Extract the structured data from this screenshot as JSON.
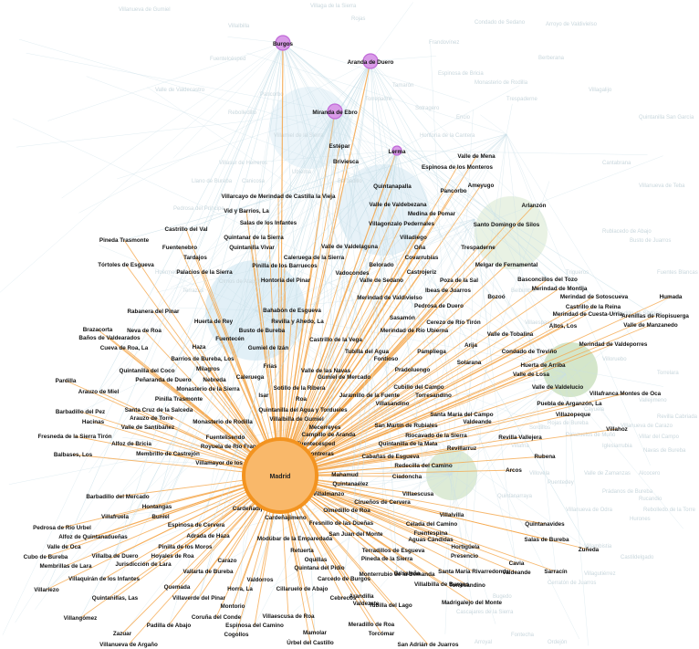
{
  "colors": {
    "background": "#ffffff",
    "madrid_edge": "#f5a64a",
    "hub_node": "#d99be8",
    "hub_ring": "#c06ad8",
    "madrid_node": "#f9b86a",
    "madrid_ring": "#f3931f",
    "faint_edge": "#c8dfe8",
    "green_cluster": "#cfe3c4",
    "blue_cluster": "#cfe6f2"
  },
  "hub": {
    "id": "madrid",
    "label": "Madrid"
  },
  "secondary_hubs": [
    {
      "id": "burgos",
      "label": "Burgos"
    },
    {
      "id": "aranda",
      "label": "Aranda de Duero"
    },
    {
      "id": "miranda",
      "label": "Miranda de Ebro"
    },
    {
      "id": "lerma",
      "label": "Lerma"
    }
  ],
  "nodes": [
    "Estépar",
    "Briviesca",
    "Valle de Mena",
    "Espinosa de los Monteros",
    "Quintanapalla",
    "Pancorbo",
    "Ameyugo",
    "Arlanzón",
    "Villarcayo de Merindad de Castilla la Vieja",
    "Vid y Barrios, La",
    "Salas de los Infantes",
    "Valle de Valdebezana",
    "Medina de Pomar",
    "Villagonzalo Pedernales",
    "Santo Domingo de Silos",
    "Castrillo del Val",
    "Pineda Trasmonte",
    "Quintanar de la Sierra",
    "Quintanilla Vivar",
    "Valle de Valdelaguna",
    "Villadiego",
    "Trespaderne",
    "Fuentenebro",
    "Tardajos",
    "Caleruega de la Sierra",
    "Oña",
    "Covarrubias",
    "Melgar de Fernamental",
    "Tórtoles de Esgueva",
    "Palacios de la Sierra",
    "Pinilla de los Barruecos",
    "Belorado",
    "Castrojeriz",
    "Basconcillos del Tozo",
    "Hontoria del Pinar",
    "Vadocondes",
    "Valle de Sedano",
    "Poza de la Sal",
    "Merindad de Montija",
    "Humada",
    "Ibeas de Juarros",
    "Bozoó",
    "Merindad de Sotoscueva",
    "Rabanera del Pinar",
    "Bahabón de Esgueva",
    "Merindad de Valdivielso",
    "Castrillo de la Reina",
    "Arenillas de Riopisuerga",
    "Huerta de Rey",
    "Revilla y Ahedo, La",
    "Sasamón",
    "Pedrosa de Duero",
    "Merindad de Cuesta-Urria",
    "Valle de Manzanedo",
    "Brazacorta",
    "Neva de Roa",
    "Busto de Bureba",
    "Cerezo de Río Tirón",
    "Altos, Los",
    "Baños de Valdearados",
    "Fuentecén",
    "Merindad de Río Ubierna",
    "Arija",
    "Valle de Tobalina",
    "Merindad de Valdeporres",
    "Cueva de Roa, La",
    "Haza",
    "Gumiel de Izán",
    "Castrillo de la Vega",
    "Tubilla del Agua",
    "Pampliega",
    "Condado de Treviño",
    "Barrios de Bureba, Los",
    "Frías",
    "Fontioso",
    "Solarana",
    "Huerta de Arriba",
    "Quintanilla del Coco",
    "Milagros",
    "Valle de las Navas",
    "Gumiel de Mercado",
    "Pradoluengo",
    "Valle de Losa",
    "Peñaranda de Duero",
    "Nebreda",
    "Caleruega",
    "Sotillo de la Ribera",
    "Valle de Valdelucio",
    "Pardilla",
    "Monasterio de la Sierra",
    "Cubillo del Campo",
    "Torresandino",
    "Arauzo de Miel",
    "Isar",
    "Jaramillo de la Fuente",
    "Villafranca Montes de Oca",
    "Barbadillo del Pez",
    "Pinilla Trasmonte",
    "Roa",
    "Villasandino",
    "Puebla de Arganzón, La",
    "Hacinas",
    "Santa Cruz de la Salceda",
    "Arauzo de Torre",
    "Quintanilla del Agua y Tordueles",
    "Santa María del Campo",
    "Villazopeque",
    "Valle de Santibáñez",
    "Villalbilla de Gumiel",
    "Valdeande",
    "Monasterio de Rodilla",
    "Mecerreyes",
    "San Martín de Rubiales",
    "Villahoz",
    "Fresneda de la Sierra Tirón",
    "Fuentelisendo",
    "Campillo de Aranda",
    "Riocavado de la Sierra",
    "Revilla Vallejera",
    "Alfoz de Bricia",
    "Fuentecésped",
    "Revillarruz",
    "Royuela de Río Franco",
    "Contreras",
    "Quintanilla de la Mata",
    "Balbases, Los",
    "Membrillo de Castrejón",
    "Cabañas de Esgueva",
    "Rubena",
    "Redecilla del Camino",
    "Villamayor de los Montes",
    "Arcos",
    "Ciadoncha",
    "Mahamud",
    "Quintanaélez",
    "Villalmanzo",
    "Villaescusa",
    "Barbadillo del Mercado",
    "Hontangas",
    "Cardeñadijo",
    "Olmedillo de Roa",
    "Cirueños de Cervera",
    "Villafruela",
    "Buniel",
    "Cardeñajimeno",
    "Villalvilla",
    "Pedrosa de Río Urbel",
    "Espinosa de Cervera",
    "Fresnillo de las Dueñas",
    "Celada del Camino",
    "Quintanavides",
    "Alfoz de Quintanadueñas",
    "Adrada de Haza",
    "Modúbar de la Emparedada",
    "Fuentespina",
    "Valle de Oca",
    "Pinilla de los Moros",
    "San Juan del Monte",
    "Aguas Cándidas",
    "Salas de Bureba",
    "Cubo de Bureba",
    "Villalba de Duero",
    "Hoyales de Roa",
    "Retuerta",
    "Terradillos de Esgueva",
    "Hortigüela",
    "Zuñeda",
    "Membrillas de Lara",
    "Jurisdicción de Lara",
    "Carazo",
    "Oquillas",
    "Pineda de la Sierra",
    "Presencio",
    "Vallarta de Bureba",
    "Quintana del Pidio",
    "Monterrubio de la Demanda",
    "Cavia",
    "Santa María Rivarredonda",
    "Villaquirán de los Infantes",
    "Valdorros",
    "Carcedo de Burgos",
    "Grisaleña",
    "Sarracín",
    "Valdeande",
    "Villariezo",
    "Quemada",
    "Horra, La",
    "Villalbilla de Burgos",
    "Quintanillas, Las",
    "Villaverde del Pinar",
    "Cillaruelo de Abajo",
    "Torresandino",
    "Cebrecos",
    "Valdezate",
    "Arandilla",
    "Madrigalejo del Monte",
    "Montorio",
    "Tubilla del Lago",
    "Villangómez",
    "Padilla de Abajo",
    "Coruña del Conde",
    "Villaescusa de Roa",
    "Zazuar",
    "Cogollos",
    "Espinosa del Camino",
    "Meradillo de Roa",
    "Villanueva de Argaño",
    "Mamolar",
    "Torcómar",
    "Úrbel del Castillo",
    "San Adrián de Juarros",
    "Revilla del Campo"
  ],
  "faint_labels": [
    "Villanueva de Gumiel",
    "Villaga de la Sierra",
    "Rojas",
    "Condado de Sedano",
    "Arroyo de Valdivielso",
    "Frandovínez",
    "Villalbilla",
    "Fuentelcésped",
    "Valle de Valdecastro",
    "Berberana",
    "Espinosa de Bricia",
    "Monasterio de Rodilla",
    "Trespaderne",
    "Villagalijo",
    "Quintanilla San García",
    "Cantabrana",
    "Villanueva de Teba",
    "Rublacedo de Abajo",
    "Busto de Juarros",
    "Fuentes Blancas",
    "Vallejimeno",
    "Revilla Cabriada",
    "Villanueva de Carazo",
    "Villar del Campo",
    "Iglesiarrubia",
    "Navas de Bureba",
    "Valle de Zamanzas",
    "Alcocero",
    "Puentedey",
    "Prádanos de Bureba",
    "Rucandio",
    "Rebolledo de la Torre",
    "Hurones",
    "Villambistia",
    "Cerratón de Juarros",
    "Bugedo",
    "Cascajares de la Sierra",
    "Fontecha",
    "Castildelgado",
    "Villagutiérrez",
    "Sotragero",
    "Encio",
    "Pancorbo",
    "Rebolledillo",
    "Villamiel de la Sierra",
    "Villasur de Herreros",
    "Canicosa",
    "Torrepadre",
    "Tamarón",
    "Hontoria de la Cantera",
    "Ubierna",
    "Barbadillo",
    "Belbimbre",
    "Trigueros",
    "Moradillo de Sedano",
    "Villaespasa",
    "Villoruebo",
    "Torrelara",
    "Terrazas",
    "Huérmeces",
    "Olmos de Atapuerca",
    "Pedrosa del Príncipe",
    "Llano de Bureba",
    "Ayoluengo",
    "Rojas de Bureba",
    "Palazuelos de Muñó",
    "Sordillos",
    "Villafría",
    "Cayuela",
    "Villovela",
    "Villanueva de Odra",
    "Quintanarraya",
    "Arroyal",
    "Ordejón"
  ]
}
